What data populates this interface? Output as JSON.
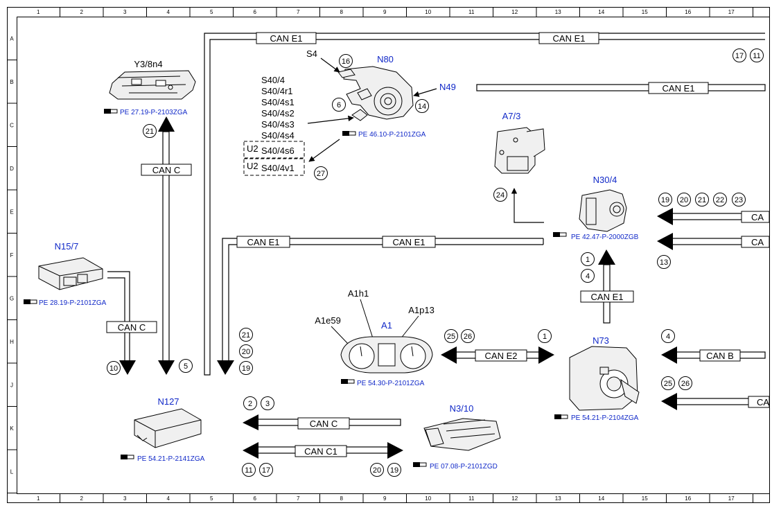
{
  "grid": {
    "columns": [
      "1",
      "2",
      "3",
      "4",
      "5",
      "6",
      "7",
      "8",
      "9",
      "10",
      "11",
      "12",
      "13",
      "14",
      "15",
      "16",
      "17"
    ],
    "rows": [
      "A",
      "B",
      "C",
      "D",
      "E",
      "F",
      "G",
      "H",
      "J",
      "K",
      "L"
    ]
  },
  "components": {
    "y3_8n4": {
      "label": "Y3/8n4",
      "ref": "PE 27.19-P-2103ZGA"
    },
    "n80": {
      "label": "N80",
      "ref": "PE 46.10-P-2101ZGA"
    },
    "s4": {
      "label": "S4"
    },
    "n49": {
      "label": "N49"
    },
    "s40_list": [
      "S40/4",
      "S40/4r1",
      "S40/4s1",
      "S40/4s2",
      "S40/4s3",
      "S40/4s4"
    ],
    "u2_box1": {
      "prefix": "U2",
      "label": "S40/4s6"
    },
    "u2_box2": {
      "prefix": "U2",
      "label": "S40/4v1"
    },
    "a7_3": {
      "label": "A7/3"
    },
    "n30_4": {
      "label": "N30/4",
      "ref": "PE 42.47-P-2000ZGB"
    },
    "n15_7": {
      "label": "N15/7",
      "ref": "PE 28.19-P-2101ZGA"
    },
    "a1": {
      "label": "A1",
      "ref": "PE 54.30-P-2101ZGA",
      "a1h1": "A1h1",
      "a1e59": "A1e59",
      "a1p13": "A1p13"
    },
    "n73": {
      "label": "N73",
      "ref": "PE 54.21-P-2104ZGA"
    },
    "n127": {
      "label": "N127",
      "ref": "PE 54.21-P-2141ZGA"
    },
    "n3_10": {
      "label": "N3/10",
      "ref": "PE 07.08-P-2101ZGD"
    }
  },
  "buses": {
    "can_e1": "CAN E1",
    "can_c": "CAN C",
    "can_c1": "CAN C1",
    "can_e2": "CAN E2",
    "can_b": "CAN B",
    "can_trunc": "CA"
  },
  "callouts": {
    "c16": "16",
    "c6": "6",
    "c14": "14",
    "c27": "27",
    "c21_y3": "21",
    "c17_top": "17",
    "c11_top": "11",
    "c24": "24",
    "c19_e": "19",
    "c20_e": "20",
    "c21_e": "21",
    "c22_e": "22",
    "c23_e": "23",
    "c13": "13",
    "c1_n30": "1",
    "c4_n30": "4",
    "c21_h": "21",
    "c20_h": "20",
    "c19_h": "19",
    "c10": "10",
    "c5": "5",
    "c25_a1": "25",
    "c26_a1": "26",
    "c1_a1": "1",
    "c4_canb": "4",
    "c25_n73": "25",
    "c26_n73": "26",
    "c2": "2",
    "c3": "3",
    "c11_bot": "11",
    "c17_bot": "17",
    "c20_bot": "20",
    "c19_bot": "19"
  }
}
